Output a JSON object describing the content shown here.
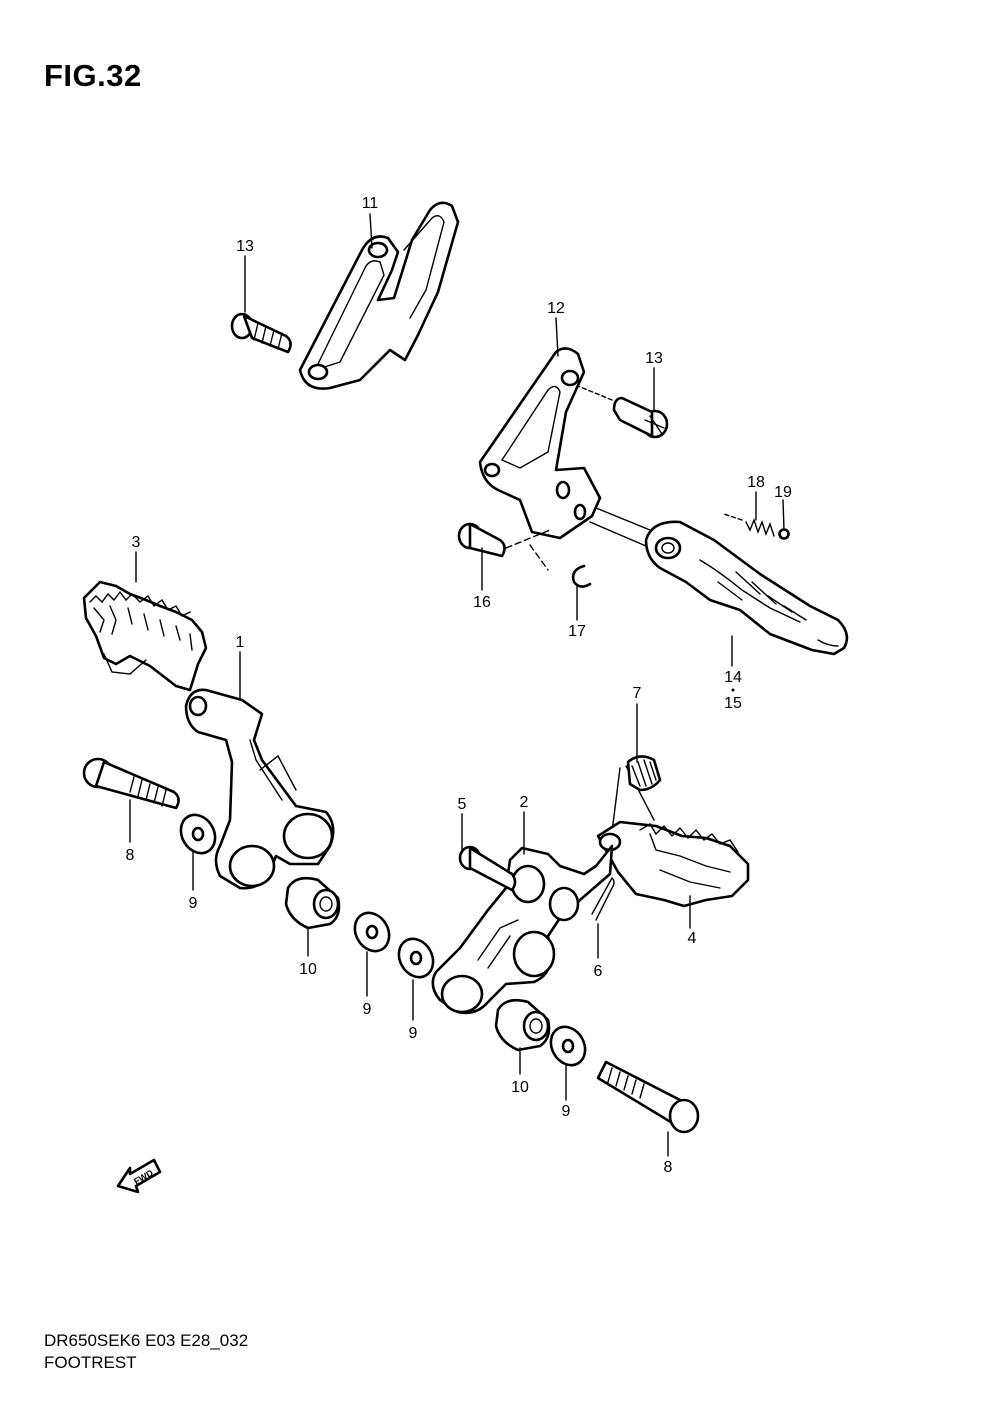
{
  "figure": {
    "title": "FIG.32"
  },
  "callouts": {
    "c11": "11",
    "c13a": "13",
    "c12": "12",
    "c13b": "13",
    "c18": "18",
    "c19": "19",
    "c16": "16",
    "c17": "17",
    "c14": "14",
    "c15": "15",
    "c3": "3",
    "c1": "1",
    "c7": "7",
    "c5": "5",
    "c2": "2",
    "c8a": "8",
    "c9a": "9",
    "c10a": "10",
    "c9b": "9",
    "c9c": "9",
    "c6": "6",
    "c4": "4",
    "c10b": "10",
    "c9d": "9",
    "c8b": "8"
  },
  "direction_arrow": {
    "label": "FWD"
  },
  "footer": {
    "model_code": "DR650SEK6 E03 E28_032",
    "section_name": "FOOTREST"
  }
}
